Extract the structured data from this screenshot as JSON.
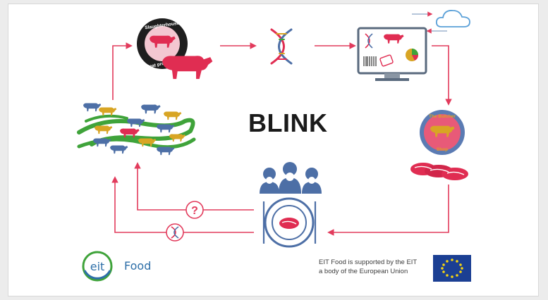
{
  "diagram": {
    "title": "BLINK",
    "slaughterhouse_badge": {
      "top_text": "Slaughterhouse",
      "bottom_text": "Meat processing"
    },
    "butcher_badge": {
      "top_text": "The Butcher",
      "bottom_text": "Shop"
    },
    "question_mark": "?"
  },
  "footer": {
    "eit_logo_text": "eit",
    "eit_food_text": "Food",
    "eu_support_line1": "EIT Food is supported by the EIT",
    "eu_support_line2": "a body of the European Union"
  },
  "colors": {
    "arrow": "#e23b5c",
    "cow_red": "#e02d52",
    "cow_blue": "#4d6fa6",
    "cow_yellow": "#d8a524",
    "grass": "#3fa33a",
    "eu_blue": "#1b3f93",
    "eu_star": "#f5d40f",
    "eit_blue": "#2e6fa8"
  }
}
